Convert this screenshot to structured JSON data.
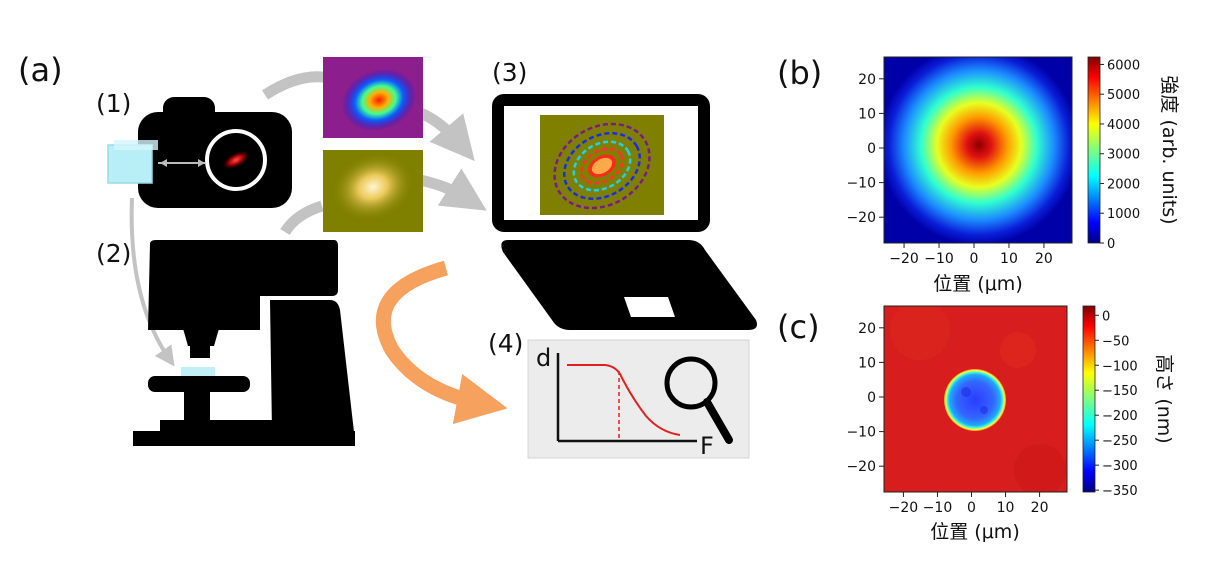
{
  "panels": {
    "a": "(a)",
    "b": "(b)",
    "c": "(c)"
  },
  "steps": [
    "(1)",
    "(2)",
    "(3)",
    "(4)"
  ],
  "plot4": {
    "ylabel": "d",
    "xlabel": "F"
  },
  "panel_b": {
    "xlabel": "位置 (μm)",
    "colorbar_label": "強度 (arb. units)",
    "xticks": [
      "−20",
      "−10",
      "0",
      "10",
      "20"
    ],
    "yticks": [
      "20",
      "10",
      "0",
      "−10",
      "−20"
    ],
    "cbar_ticks": [
      "6000",
      "5000",
      "4000",
      "3000",
      "2000",
      "1000",
      "0"
    ]
  },
  "panel_c": {
    "xlabel": "位置 (μm)",
    "colorbar_label": "高さ (nm)",
    "xticks": [
      "−20",
      "−10",
      "0",
      "10",
      "20"
    ],
    "yticks": [
      "20",
      "10",
      "0",
      "−10",
      "−20"
    ],
    "cbar_ticks": [
      "0",
      "−50",
      "−100",
      "−150",
      "−200",
      "−250",
      "−300",
      "−350"
    ]
  },
  "colors": {
    "arrow_gray": "#c3c3c3",
    "arrow_orange": "#f6a25e",
    "olive_bg": "#808000",
    "purple_bg": "#8d1e8d",
    "surface_red": "#d71d1d",
    "beam_center": "#8a0000",
    "plot_line_red": "#e02020"
  }
}
